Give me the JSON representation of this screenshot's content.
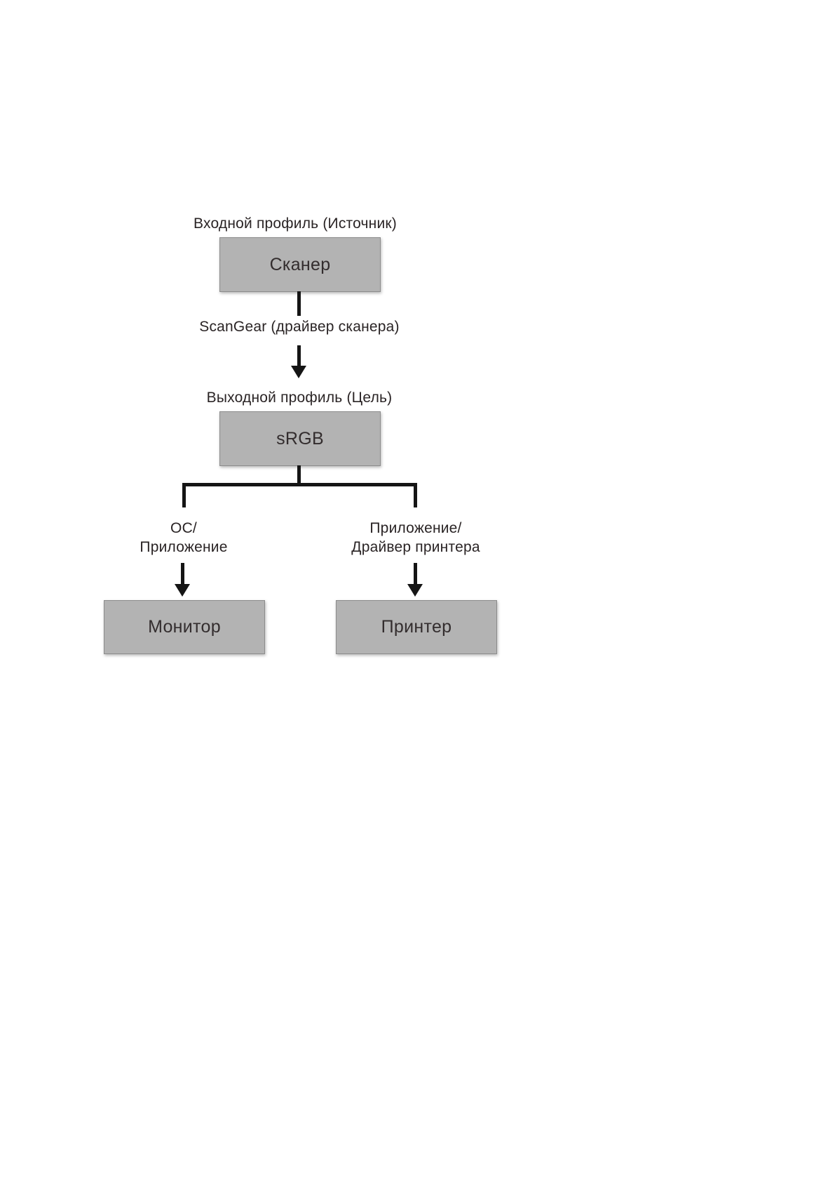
{
  "diagram": {
    "labels": {
      "input_profile": "Входной профиль (Источник)",
      "scangear": "ScanGear (драйвер сканера)",
      "output_profile": "Выходной профиль (Цель)",
      "left_branch_line1": "ОС/",
      "left_branch_line2": "Приложение",
      "right_branch_line1": "Приложение/",
      "right_branch_line2": "Драйвер принтера"
    },
    "boxes": {
      "scanner": "Сканер",
      "srgb": "sRGB",
      "monitor": "Монитор",
      "printer": "Принтер"
    },
    "colors": {
      "box_fill": "#b3b3b3",
      "box_border": "#8c8c8c",
      "line": "#151515",
      "text": "#2a2425",
      "background": "#ffffff"
    }
  }
}
